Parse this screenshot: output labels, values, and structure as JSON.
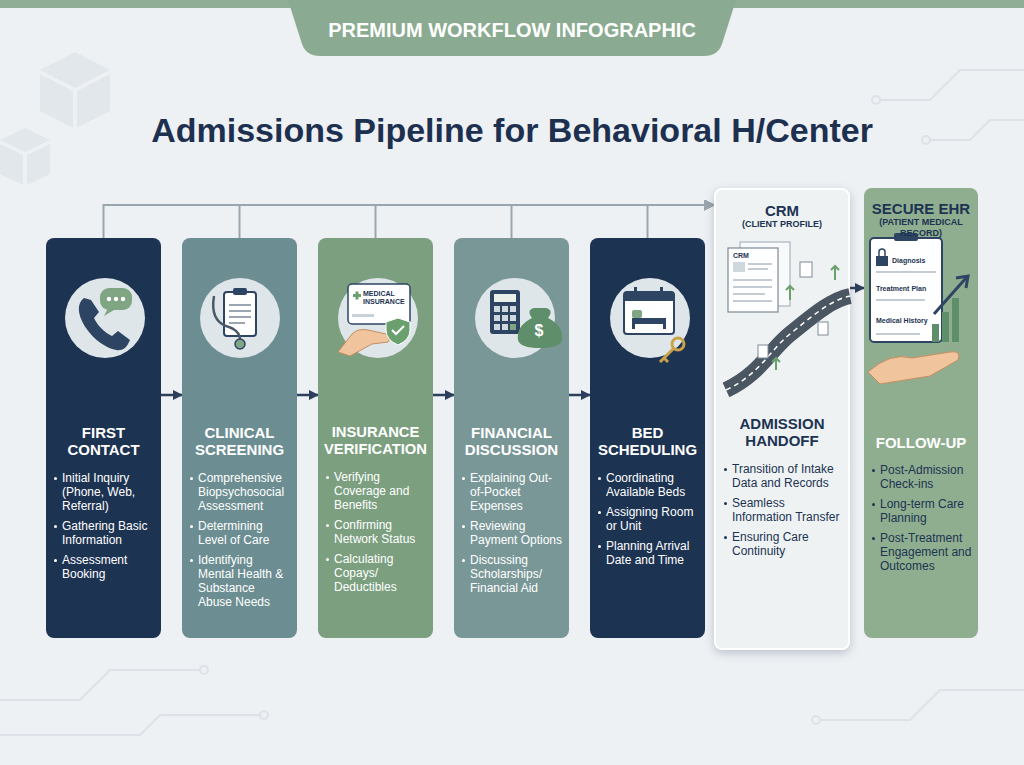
{
  "diagram": {
    "title": "Admissions Pipeline for Behavioral H/Center",
    "nodes": [
      {
        "text": [
          "FIRST CONTACT",
          "Initial Inquiry (Phone, Web, Referral)",
          "Gathering Basic Information",
          "Assessment Booking"
        ]
      },
      {
        "text": [
          "CLINICAL SCREENING",
          "Comprehensive Biopsychosocial Assessment",
          "Determining Level of Care",
          "Identifying Mental Health & Substance Abuse Needs"
        ]
      },
      {
        "text": [
          "INSURANCE VERIFICATION",
          "Verifying Coverage and Benefits",
          "Confirming Network Status",
          "Calculating Copays/ Deductibles"
        ]
      },
      {
        "text": [
          "FINANCIAL DISCUSSION",
          "Explaining Out-of-Pocket Expenses",
          "Reviewing Payment Options",
          "Discussing Scholarships/ Financial Aid"
        ]
      },
      {
        "text": [
          "BED SCHEDULING",
          "Coordinating Available Beds",
          "Assigning Room or Unit",
          "Planning Arrival Date and Time"
        ]
      },
      {
        "text": [
          "CRM",
          "(CLIENT PROFILE)",
          "ADMISSION HANDOFF",
          "Transition of Intake Data and Records",
          "Seamless Information Transfer",
          "Ensuring Care Continuity"
        ]
      },
      {
        "text": [
          "SECURE EHR",
          "(PATIENT MEDICAL RECORD)",
          "FOLLOW-UP",
          "Post-Admission Check-ins",
          "Long-term Care Planning",
          "Post-Treatment Engagement and Outcomes"
        ]
      }
    ],
    "edges": [
      {
        "from": 0,
        "to": 1,
        "arrow": "to"
      },
      {
        "from": 1,
        "to": 2,
        "arrow": "to"
      },
      {
        "from": 2,
        "to": 3,
        "arrow": "to"
      },
      {
        "from": 3,
        "to": 4,
        "arrow": "to"
      },
      {
        "from": 0,
        "to": 5,
        "arrow": "to"
      },
      {
        "from": 1,
        "to": 5,
        "arrow": "to"
      },
      {
        "from": 2,
        "to": 5,
        "arrow": "to"
      },
      {
        "from": 3,
        "to": 5,
        "arrow": "to"
      },
      {
        "from": 4,
        "to": 5,
        "arrow": "to"
      },
      {
        "from": 5,
        "to": 6,
        "arrow": "to"
      }
    ],
    "labels": [
      "PREMIUM WORKFLOW INFOGRAPHIC",
      "MEDICAL INSURANCE",
      "$",
      "CRM",
      "Diagnosis",
      "Treatment Plan",
      "Medical History"
    ]
  }
}
